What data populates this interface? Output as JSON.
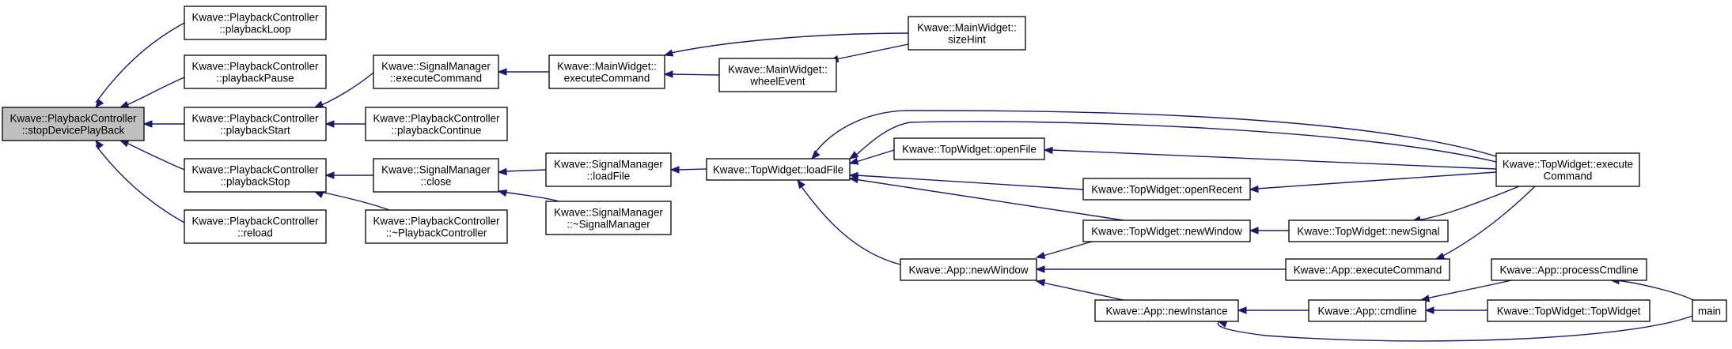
{
  "graph": {
    "colors": {
      "edge": "#191970",
      "node_border": "#000000",
      "root_fill": "#bfbfbf",
      "node_fill": "#ffffff"
    },
    "nodes": {
      "stopDevicePlayBack": {
        "lines": [
          "Kwave::PlaybackController",
          "::stopDevicePlayBack"
        ],
        "root": true
      },
      "playbackLoop": {
        "lines": [
          "Kwave::PlaybackController",
          "::playbackLoop"
        ]
      },
      "playbackPause": {
        "lines": [
          "Kwave::PlaybackController",
          "::playbackPause"
        ]
      },
      "playbackStart": {
        "lines": [
          "Kwave::PlaybackController",
          "::playbackStart"
        ]
      },
      "playbackStop": {
        "lines": [
          "Kwave::PlaybackController",
          "::playbackStop"
        ]
      },
      "reload": {
        "lines": [
          "Kwave::PlaybackController",
          "::reload"
        ]
      },
      "smExecuteCommand": {
        "lines": [
          "Kwave::SignalManager",
          "::executeCommand"
        ]
      },
      "playbackContinue": {
        "lines": [
          "Kwave::PlaybackController",
          "::playbackContinue"
        ]
      },
      "smClose": {
        "lines": [
          "Kwave::SignalManager",
          "::close"
        ]
      },
      "pcDestructor": {
        "lines": [
          "Kwave::PlaybackController",
          "::~PlaybackController"
        ]
      },
      "mwExecuteCommand": {
        "lines": [
          "Kwave::MainWidget::",
          "executeCommand"
        ]
      },
      "smLoadFile": {
        "lines": [
          "Kwave::SignalManager",
          "::loadFile"
        ]
      },
      "smDestructor": {
        "lines": [
          "Kwave::SignalManager",
          "::~SignalManager"
        ]
      },
      "wheelEvent": {
        "lines": [
          "Kwave::MainWidget::",
          "wheelEvent"
        ]
      },
      "sizeHint": {
        "lines": [
          "Kwave::MainWidget::",
          "sizeHint"
        ]
      },
      "twLoadFile": {
        "lines": [
          "Kwave::TopWidget::loadFile"
        ]
      },
      "twOpenFile": {
        "lines": [
          "Kwave::TopWidget::openFile"
        ]
      },
      "twOpenRecent": {
        "lines": [
          "Kwave::TopWidget::openRecent"
        ]
      },
      "twNewWindow": {
        "lines": [
          "Kwave::TopWidget::newWindow"
        ]
      },
      "appNewWindow": {
        "lines": [
          "Kwave::App::newWindow"
        ]
      },
      "appNewInstance": {
        "lines": [
          "Kwave::App::newInstance"
        ]
      },
      "twExecuteCommand": {
        "lines": [
          "Kwave::TopWidget::execute",
          "Command"
        ]
      },
      "twNewSignal": {
        "lines": [
          "Kwave::TopWidget::newSignal"
        ]
      },
      "appExecuteCommand": {
        "lines": [
          "Kwave::App::executeCommand"
        ]
      },
      "appCmdline": {
        "lines": [
          "Kwave::App::cmdline"
        ]
      },
      "appProcessCmdline": {
        "lines": [
          "Kwave::App::processCmdline"
        ]
      },
      "twTopWidget": {
        "lines": [
          "Kwave::TopWidget::TopWidget"
        ]
      },
      "main": {
        "lines": [
          "main"
        ]
      }
    },
    "edges": [
      [
        "playbackLoop",
        "stopDevicePlayBack"
      ],
      [
        "playbackPause",
        "stopDevicePlayBack"
      ],
      [
        "playbackStart",
        "stopDevicePlayBack"
      ],
      [
        "playbackStop",
        "stopDevicePlayBack"
      ],
      [
        "reload",
        "stopDevicePlayBack"
      ],
      [
        "smExecuteCommand",
        "playbackStart"
      ],
      [
        "playbackContinue",
        "playbackStart"
      ],
      [
        "smClose",
        "playbackStop"
      ],
      [
        "pcDestructor",
        "playbackStop"
      ],
      [
        "mwExecuteCommand",
        "smExecuteCommand"
      ],
      [
        "smLoadFile",
        "smClose"
      ],
      [
        "smDestructor",
        "smClose"
      ],
      [
        "sizeHint",
        "mwExecuteCommand"
      ],
      [
        "wheelEvent",
        "mwExecuteCommand"
      ],
      [
        "sizeHint",
        "wheelEvent"
      ],
      [
        "twLoadFile",
        "smLoadFile"
      ],
      [
        "twExecuteCommand",
        "twLoadFile"
      ],
      [
        "twExecuteCommand",
        "twLoadFile"
      ],
      [
        "twOpenFile",
        "twLoadFile"
      ],
      [
        "twOpenRecent",
        "twLoadFile"
      ],
      [
        "twNewWindow",
        "twLoadFile"
      ],
      [
        "appNewWindow",
        "twLoadFile"
      ],
      [
        "twExecuteCommand",
        "twOpenFile"
      ],
      [
        "twExecuteCommand",
        "twOpenRecent"
      ],
      [
        "appNewWindow",
        "twNewWindow"
      ],
      [
        "twNewSignal",
        "twNewWindow"
      ],
      [
        "twExecuteCommand",
        "twNewSignal"
      ],
      [
        "appExecuteCommand",
        "appNewWindow"
      ],
      [
        "appNewInstance",
        "appNewWindow"
      ],
      [
        "twExecuteCommand",
        "appExecuteCommand"
      ],
      [
        "appCmdline",
        "appNewInstance"
      ],
      [
        "main",
        "appNewInstance"
      ],
      [
        "appProcessCmdline",
        "appCmdline"
      ],
      [
        "twTopWidget",
        "appCmdline"
      ],
      [
        "main",
        "appProcessCmdline"
      ]
    ]
  }
}
